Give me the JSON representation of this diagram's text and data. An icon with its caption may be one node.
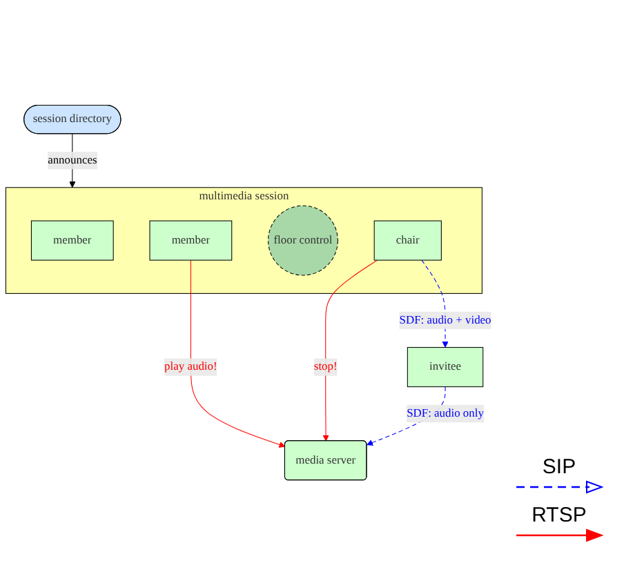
{
  "diagram": {
    "nodes": [
      {
        "text": [
          "multimedia session"
        ]
      },
      {
        "text": [
          "member"
        ],
        "in": 0
      },
      {
        "text": [
          "member"
        ],
        "in": 0
      },
      {
        "text": [
          "floor control"
        ],
        "in": 0
      },
      {
        "text": [
          "chair"
        ],
        "in": 0
      },
      {
        "text": [
          "session directory"
        ]
      },
      {
        "text": [
          "invitee"
        ]
      },
      {
        "text": [
          "media server"
        ]
      }
    ],
    "edges": [
      {
        "from": 5,
        "to": 0,
        "arrow": "to",
        "label": "announces",
        "color": "#000000"
      },
      {
        "from": 2,
        "to": 7,
        "arrow": "to",
        "label": "play audio!",
        "color": "#ff0000"
      },
      {
        "from": 4,
        "to": 7,
        "arrow": "to",
        "label": "stop!",
        "color": "#ff0000"
      },
      {
        "from": 4,
        "to": 6,
        "arrow": "to",
        "label": "SDF: audio + video",
        "style": "dashed",
        "color": "#0000ff"
      },
      {
        "from": 6,
        "to": 7,
        "arrow": "to",
        "label": "SDF: audio only",
        "style": "dashed",
        "color": "#0000ff"
      }
    ],
    "legend": [
      {
        "text": "SIP"
      },
      {
        "text": "RTSP"
      }
    ]
  }
}
